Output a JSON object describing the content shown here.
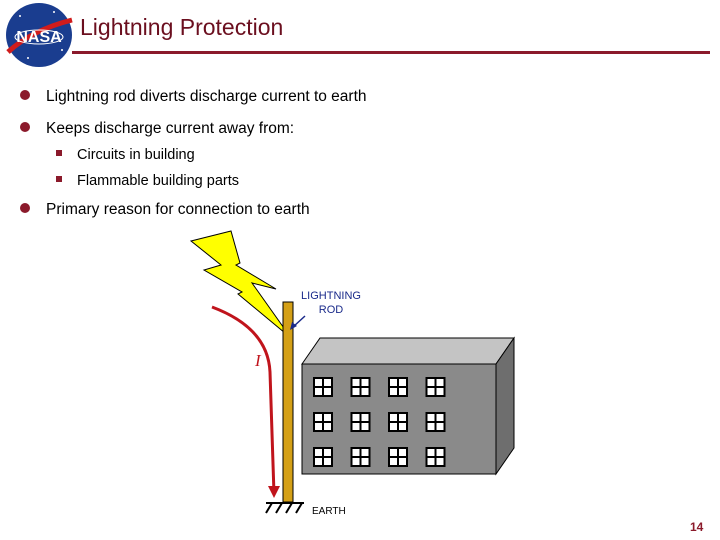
{
  "slide": {
    "logo_text": "NASA",
    "title": "Lightning Protection",
    "bullets": [
      "Lightning rod diverts discharge current to earth",
      "Keeps discharge current away from:",
      "Primary reason for connection to earth"
    ],
    "sub_bullets": [
      "Circuits in building",
      "Flammable building parts"
    ],
    "page_number": "14"
  },
  "diagram": {
    "rod_label_line1": "LIGHTNING",
    "rod_label_line2": "ROD",
    "current_label": "I",
    "earth_label": "EARTH",
    "colors": {
      "bolt": "#ffff00",
      "rod": "#d4a017",
      "current": "#c0141c",
      "building_front": "#8a8a8a",
      "building_side": "#6e6e6e",
      "building_top": "#c4c4c4",
      "accent": "#8b1a2b"
    },
    "windows_grid": {
      "rows": 3,
      "cols": 4
    }
  }
}
